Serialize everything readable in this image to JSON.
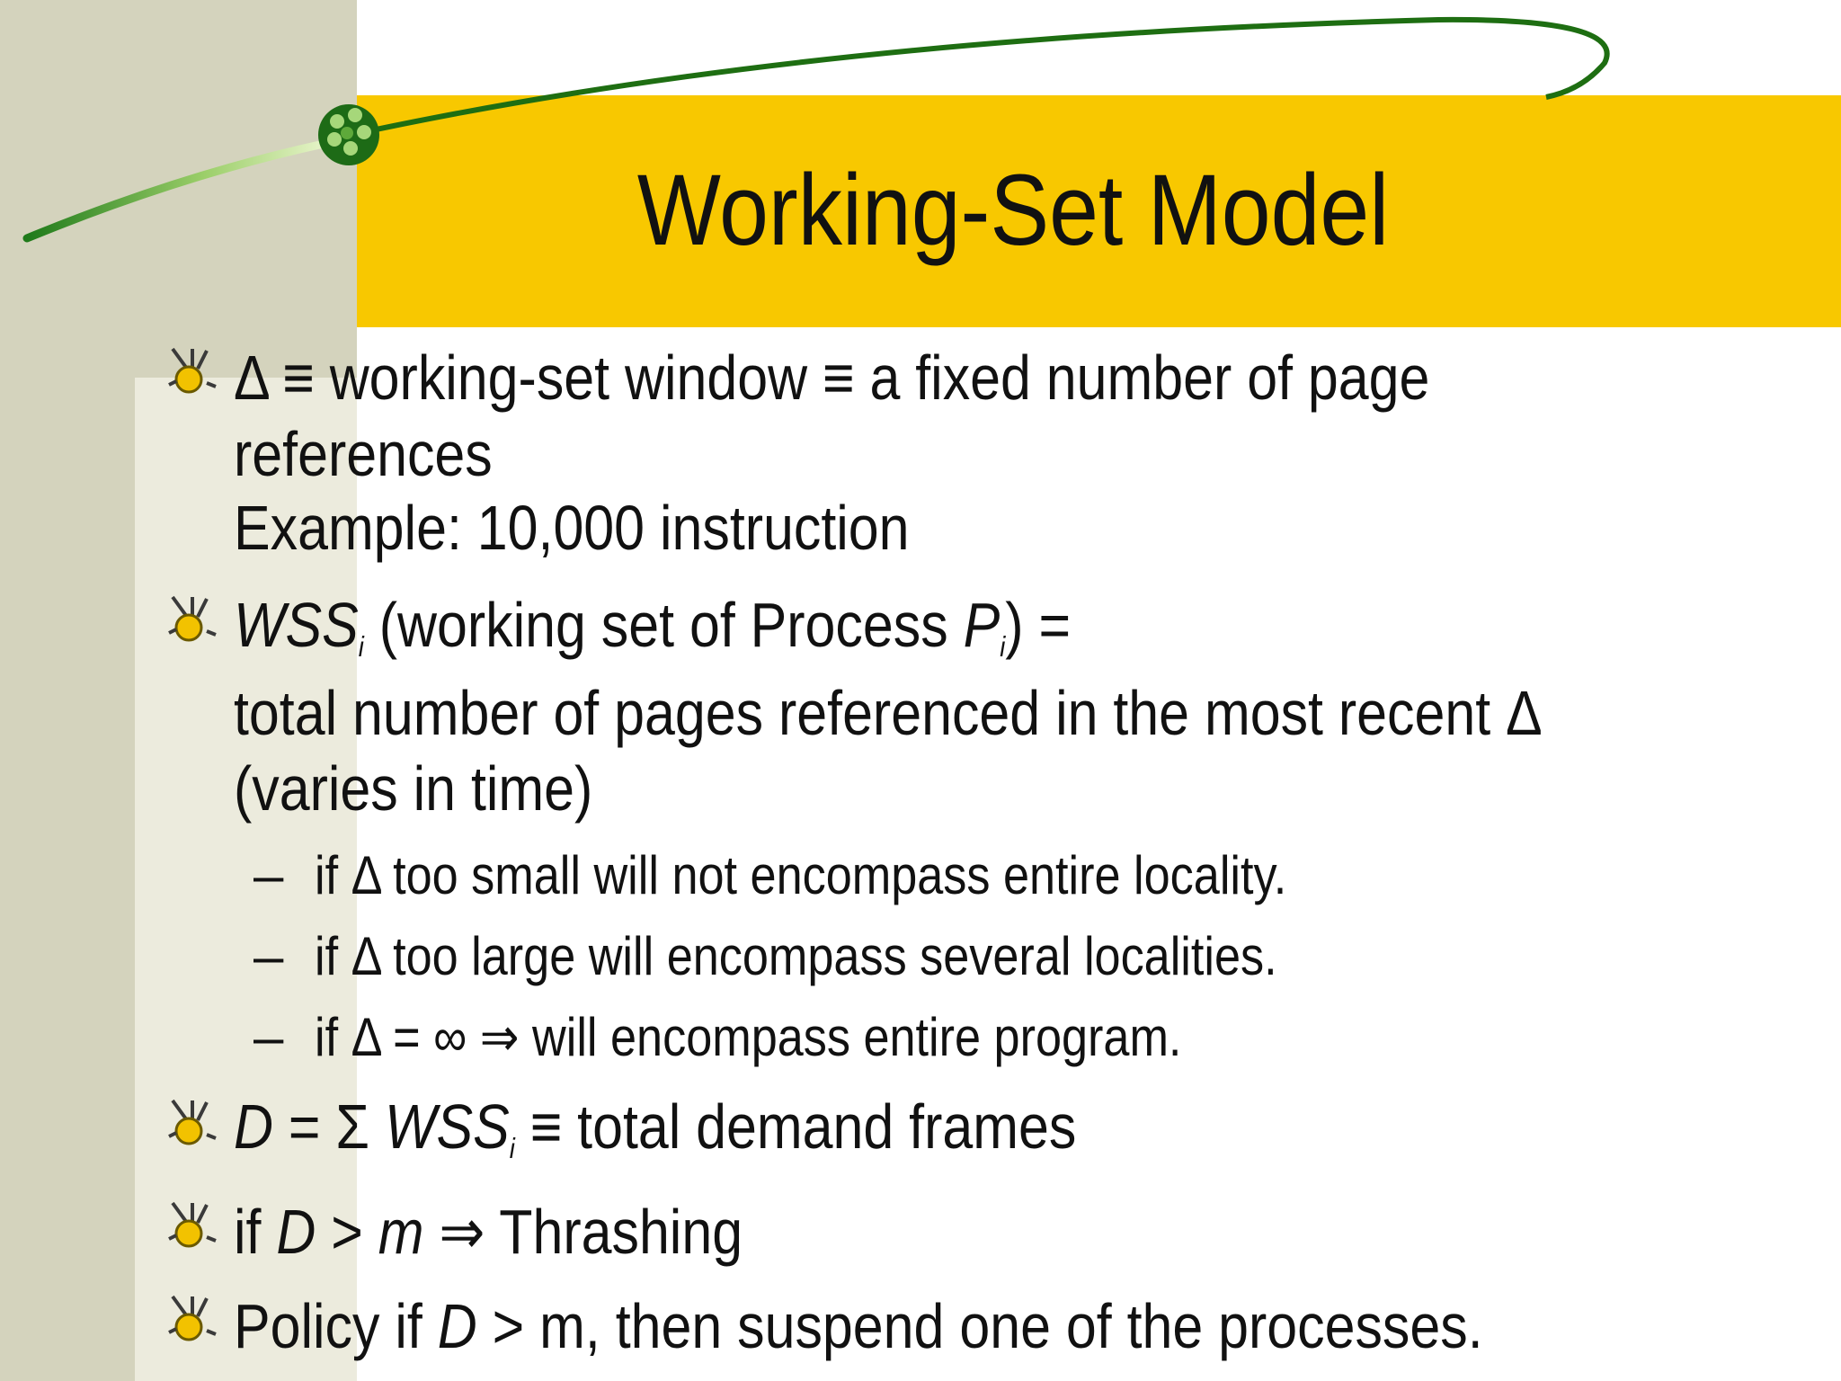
{
  "slide": {
    "title": "Working-Set Model",
    "bullets": [
      {
        "lines": [
          "Δ ≡ working-set window ≡ a fixed number of page",
          "references",
          "Example:  10,000 instruction"
        ]
      },
      {
        "wss": "WSS",
        "sub_i": "i",
        "text_a": " (working set of Process ",
        "p": "P",
        "text_b": ") =",
        "lines": [
          "total number of pages referenced in the most recent Δ",
          "(varies in time)"
        ]
      },
      {
        "sub_items": [
          "if Δ too small will not encompass entire locality.",
          "if Δ too large will encompass several localities.",
          "if Δ = ∞ ⇒ will encompass entire program."
        ]
      },
      {
        "d": "D",
        "eq": " = Σ ",
        "wss": "WSS",
        "sub_i": "i",
        "rest": " ≡ total demand frames"
      },
      {
        "if": "if ",
        "d": "D",
        "gt": " > ",
        "m": "m",
        "rest": " ⇒ Thrashing"
      },
      {
        "policy": "Policy if ",
        "d": "D",
        "rest": " > m, then suspend one of the processes."
      }
    ],
    "dash": "–"
  },
  "colors": {
    "title_bar": "#f8c800",
    "left_band": "#d4d3bd",
    "accent_green": "#2e7d1e"
  }
}
